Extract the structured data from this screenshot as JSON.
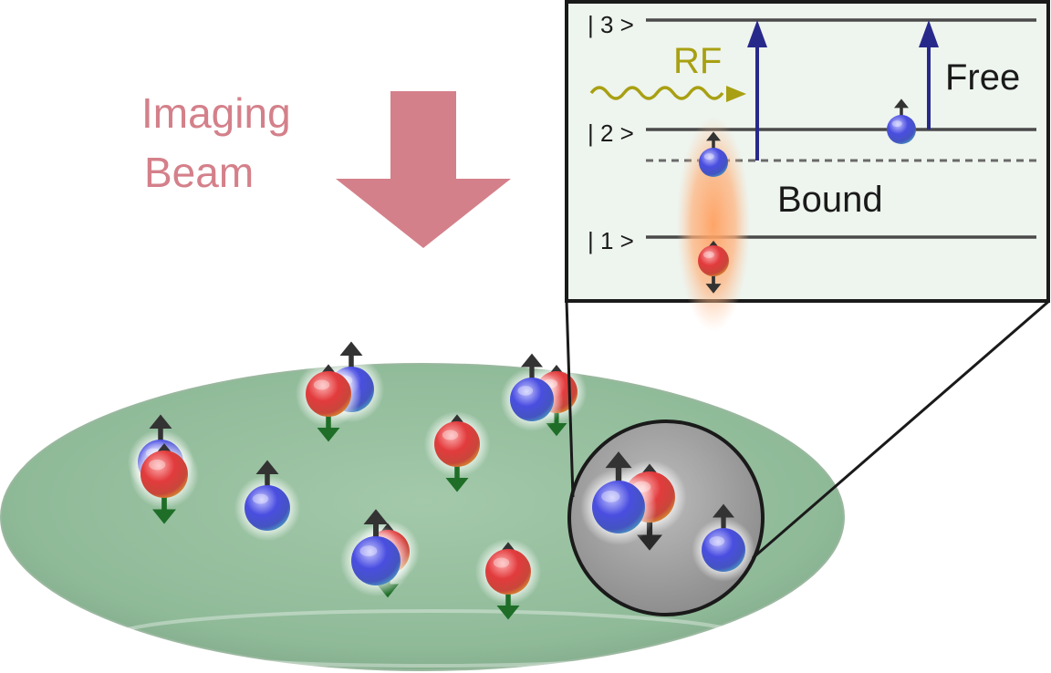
{
  "imaging": {
    "line1": "Imaging",
    "line2": "Beam",
    "color": "#d4808a"
  },
  "inset": {
    "levels": [
      {
        "label": "| 3 >"
      },
      {
        "label": "| 2 >"
      },
      {
        "label": "| 1 >"
      }
    ],
    "rf_label": "RF",
    "free_label": "Free",
    "bound_label": "Bound",
    "rf_color": "#a8a012",
    "transition_color": "#27298a",
    "background": "#eef4ee"
  },
  "colors": {
    "disk": "#8fba98",
    "red_atom": "#e0363a",
    "blue_atom": "#3a3fd0",
    "spin_up_arrow": "#333333",
    "spin_down_arrow": "#1e6e28",
    "zoom_bg": "#9c9c9c",
    "pair_glow": "#ffa060"
  }
}
